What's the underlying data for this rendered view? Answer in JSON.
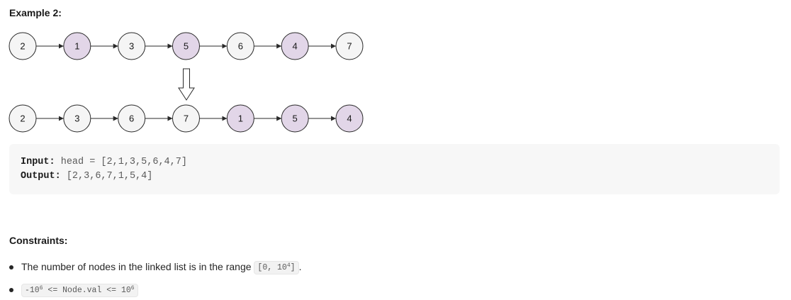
{
  "example": {
    "heading": "Example 2:",
    "before": [
      {
        "value": "2",
        "moved": false
      },
      {
        "value": "1",
        "moved": true
      },
      {
        "value": "3",
        "moved": false
      },
      {
        "value": "5",
        "moved": true
      },
      {
        "value": "6",
        "moved": false
      },
      {
        "value": "4",
        "moved": true
      },
      {
        "value": "7",
        "moved": false
      }
    ],
    "after": [
      {
        "value": "2",
        "moved": false
      },
      {
        "value": "3",
        "moved": false
      },
      {
        "value": "6",
        "moved": false
      },
      {
        "value": "7",
        "moved": false
      },
      {
        "value": "1",
        "moved": true
      },
      {
        "value": "5",
        "moved": true
      },
      {
        "value": "4",
        "moved": true
      }
    ],
    "colors": {
      "node_fill": "#f5f5f5",
      "moved_fill": "#e2d6e8",
      "stroke": "#2a2a2a",
      "io_background": "#f7f7f7"
    },
    "input_label": "Input:",
    "input_value": "head = [2,1,3,5,6,4,7]",
    "output_label": "Output:",
    "output_value": "[2,3,6,7,1,5,4]"
  },
  "constraints": {
    "heading": "Constraints:",
    "item1_text": "The number of nodes in the linked list is in the range ",
    "item1_code_a": "[0, 10",
    "item1_code_sup": "4",
    "item1_code_b": "]",
    "item1_suffix": ".",
    "item2_code_a": "-10",
    "item2_code_sup1": "6",
    "item2_code_b": " <= Node.val <= 10",
    "item2_code_sup2": "6"
  }
}
